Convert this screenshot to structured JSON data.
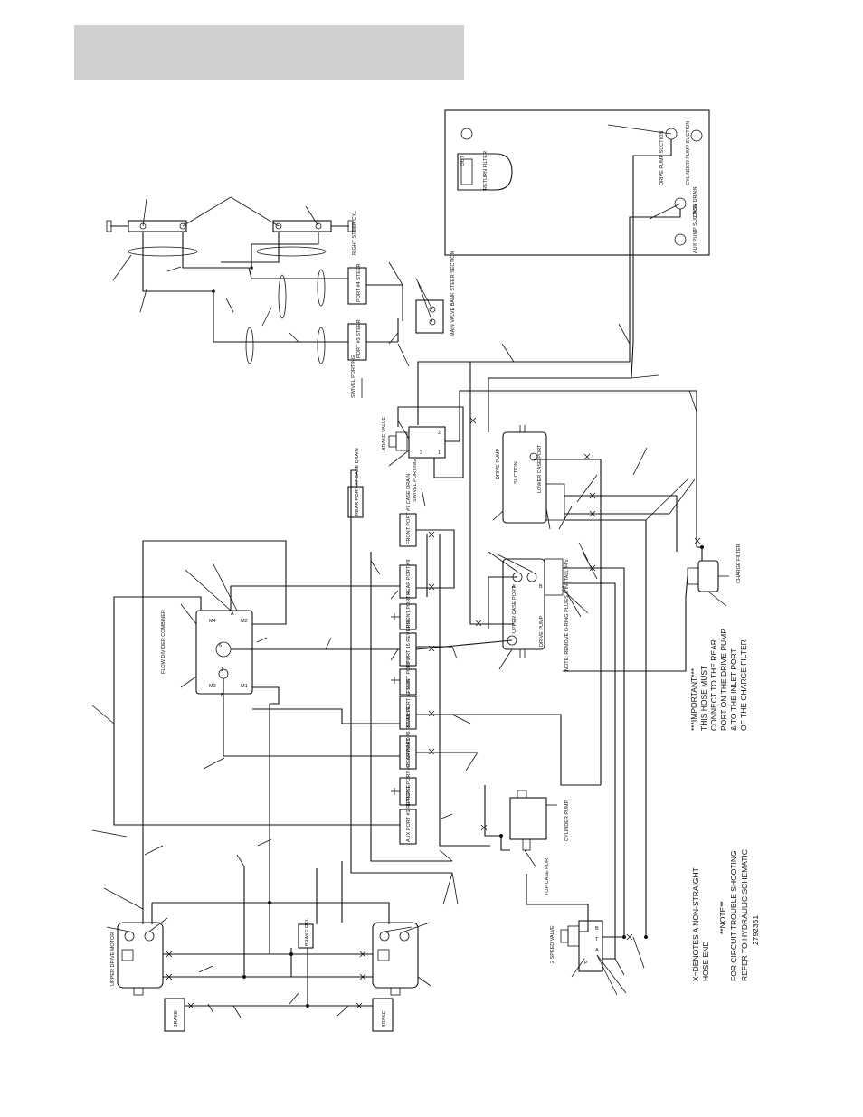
{
  "header": {
    "text": ""
  },
  "labels": {
    "out": "OUT",
    "return_filter": "RETURN FILTER",
    "drive_pump_suction": "DRIVE PUMP SUCTION",
    "cylinder_pump_suction": "CYLINDER PUMP SUCTION",
    "case_drain": "CASE DRAIN",
    "aux_pump_suction": "AUX PUMP SUCTION",
    "right_steer_cyl": "RIGHT STEER CYL",
    "port4_steer": "PORT #4 STEER",
    "port3_steer": "PORT #3 STEER",
    "main_valve_bank": "MAIN VALVE BANK STEER SECTION",
    "swivel_porting_top": "SWIVEL PORTING",
    "brake_valve": "BRAKE VALVE",
    "drive_pump_top": "DRIVE PUMP",
    "suction": "SUCTION",
    "lower_case_port": "LOWER CASE PORT",
    "rear_port_case_drain": "REAR PORT #7 CASE DRAIN",
    "swivel_porting_mid": "SWIVEL PORTING",
    "front_port_case_drain": "FRONT PORT #7 CASE DRAIN",
    "rear_port_9": "REAR PORT #9",
    "front_port_a": "FRONT PORT #",
    "port_15_reverse": "PORT 15 REVERSE",
    "front_port_b": "FRONT PORT #",
    "rear_port_2_shift": "REAR PORT #2 SHIFT",
    "rear_port_6_reverse": "REAR PORT #6 REVERSE",
    "front_port_2_forward": "FRONT PORT #2 FORWARD",
    "aux_port_reverse": "AUX PORT #1 REVERSE",
    "flow_divider": "FLOW DIVIDER COMBINER",
    "upper_case_port": "UPPER CASE PORT",
    "drive_pump_lower": "DRIVE PUMP",
    "note_o_ring": "NOTE: REMOVE O-RING PLUGS & INSTALL #4's",
    "charge_filter": "CHARGE FILTER",
    "cylinder_pump": "CYLINDER PUMP",
    "top_case_port": "TOP CASE PORT",
    "two_speed_valve": "2 SPEED VALVE",
    "upper_drive_motor": "UPPER DRIVE MOTOR",
    "brake_left": "BRAKE",
    "brake_right": "BRAKE",
    "brake_sub": "BRAKE REL"
  },
  "notes": {
    "important_lines": [
      "***IMPORTANT***",
      "THIS HOSE MUST",
      "CONNECT TO THE REAR",
      "PORT ON THE DRIVE PUMP",
      "& TO THE INLET PORT",
      "OF THE CHARGE FILTER"
    ],
    "x_legend_lines": [
      "X=DENOTES A NON-STRAIGHT",
      "HOSE END"
    ],
    "trouble_lines": [
      "**NOTE**",
      "FOR CIRCUIT TROUBLE SHOOTING",
      "REFER TO HYDRAULIC SCHEMATIC",
      "2792351"
    ]
  }
}
